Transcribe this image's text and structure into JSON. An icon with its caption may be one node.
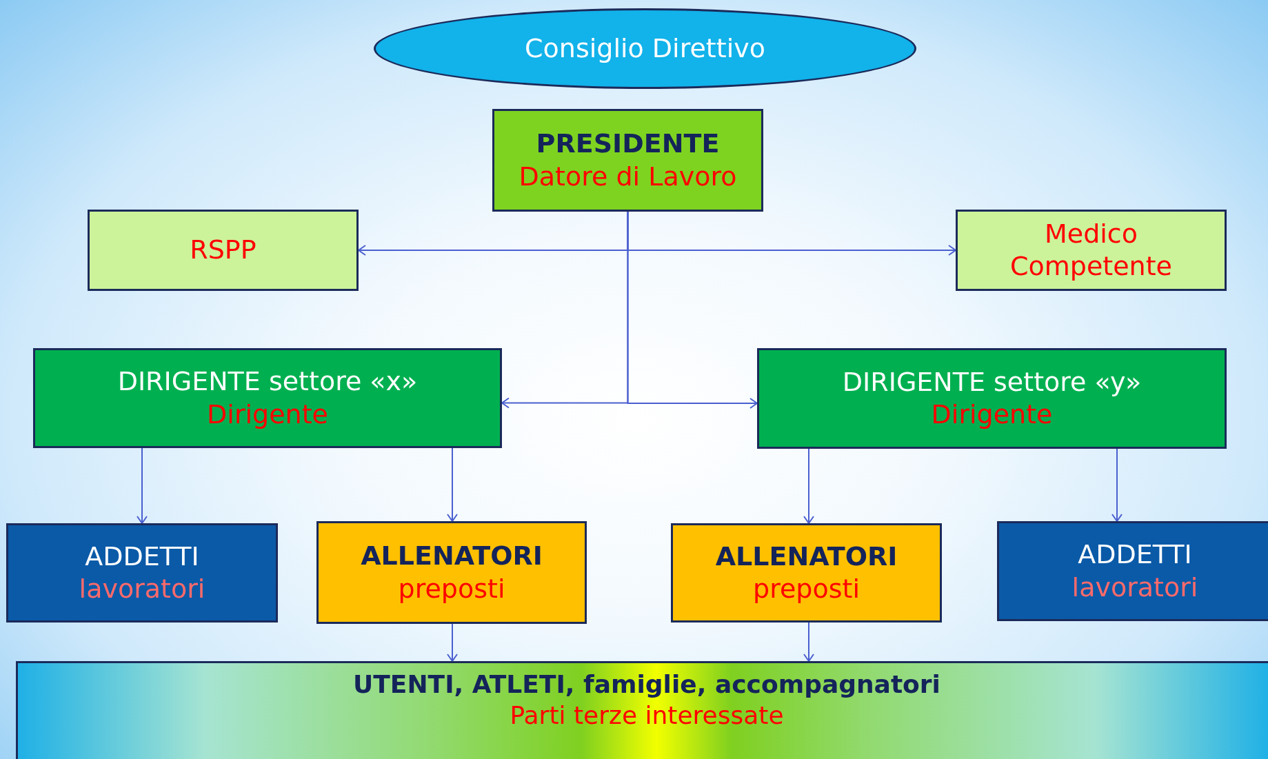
{
  "diagram": {
    "nodes": [
      {
        "text": [
          "Consiglio Direttivo"
        ]
      },
      {
        "text": [
          "PRESIDENTE",
          "Datore di Lavoro"
        ]
      },
      {
        "text": [
          "RSPP"
        ]
      },
      {
        "text": [
          "Medico Competente"
        ]
      },
      {
        "text": [
          "DIRIGENTE settore «x»",
          "Dirigente"
        ]
      },
      {
        "text": [
          "DIRIGENTE settore «y»",
          "Dirigente"
        ]
      },
      {
        "text": [
          "ADDETTI",
          "lavoratori"
        ]
      },
      {
        "text": [
          "ALLENATORI",
          "preposti"
        ]
      },
      {
        "text": [
          "ALLENATORI",
          "preposti"
        ]
      },
      {
        "text": [
          "ADDETTI",
          "lavoratori"
        ]
      },
      {
        "text": [
          "UTENTI, ATLETI, famiglie, accompagnatori",
          "Parti terze interessate"
        ]
      }
    ],
    "edges": [
      {
        "from": 1,
        "to": 2,
        "arrow": "to"
      },
      {
        "from": 1,
        "to": 3,
        "arrow": "to"
      },
      {
        "from": 1,
        "to": 4,
        "arrow": "to"
      },
      {
        "from": 1,
        "to": 5,
        "arrow": "to"
      },
      {
        "from": 4,
        "to": 6,
        "arrow": "to"
      },
      {
        "from": 4,
        "to": 7,
        "arrow": "to"
      },
      {
        "from": 5,
        "to": 8,
        "arrow": "to"
      },
      {
        "from": 5,
        "to": 9,
        "arrow": "to"
      },
      {
        "from": 7,
        "to": 10,
        "arrow": "to"
      },
      {
        "from": 8,
        "to": 10,
        "arrow": "to"
      }
    ]
  }
}
